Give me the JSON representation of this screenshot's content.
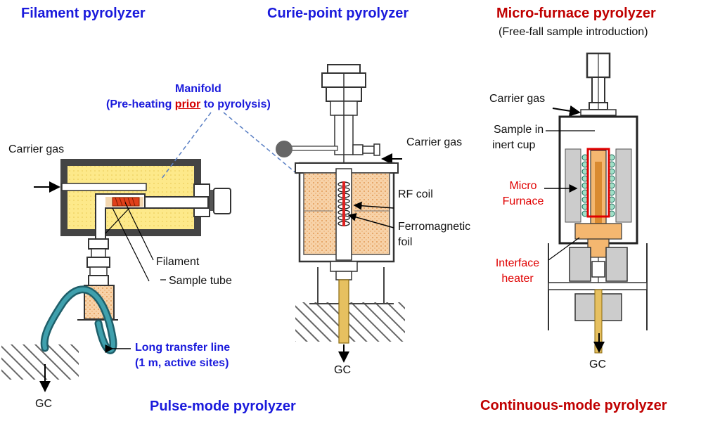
{
  "titles": {
    "filament": "Filament pyrolyzer",
    "curie": "Curie-point pyrolyzer",
    "micro": "Micro-furnace pyrolyzer",
    "micro_sub": "(Free-fall sample introduction)",
    "pulse": "Pulse-mode pyrolyzer",
    "continuous": "Continuous-mode pyrolyzer"
  },
  "manifold": {
    "line1": "Manifold",
    "line2_pre": "(Pre-heating ",
    "line2_prior": "prior",
    "line2_post": " to pyrolysis)"
  },
  "filament_labels": {
    "carrier_gas": "Carrier gas",
    "filament": "Filament",
    "sample_tube": "Sample tube",
    "transfer_line_1": "Long transfer line",
    "transfer_line_2": "(1 m, active sites)",
    "gc": "GC"
  },
  "curie_labels": {
    "carrier_gas": "Carrier gas",
    "rf_coil": "RF coil",
    "ferro_1": "Ferromagnetic",
    "ferro_2": "foil",
    "gc": "GC"
  },
  "micro_labels": {
    "carrier_gas": "Carrier gas",
    "sample_1": "Sample in",
    "sample_2": "inert cup",
    "furnace_1": "Micro",
    "furnace_2": "Furnace",
    "interface_1": "Interface",
    "interface_2": "heater",
    "gc": "GC"
  },
  "colors": {
    "title_blue": "#1a1adc",
    "title_red": "#c00000",
    "label_red": "#e00000",
    "heater_yellow": "#fde98a",
    "foil_orange": "#f7c79a",
    "transfer_teal": "#2a8a96"
  }
}
